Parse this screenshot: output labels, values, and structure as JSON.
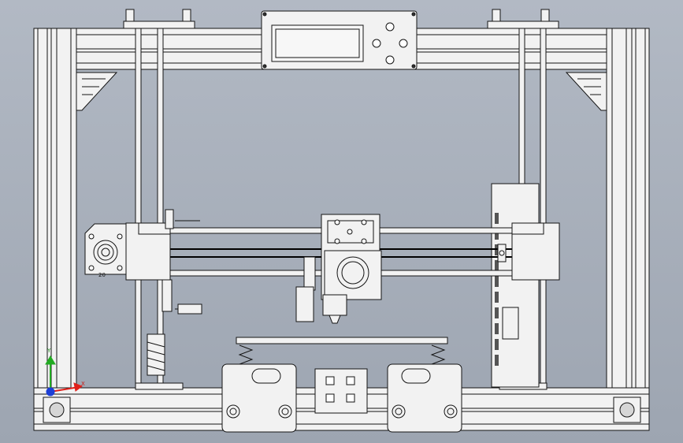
{
  "colors": {
    "background_top": "#aeb5c0",
    "background_bottom": "#9ea6b2",
    "metal_face": "#f2f2f2",
    "metal_shade": "#d6d6d6",
    "outline": "#141414",
    "axis_x": "#e0201a",
    "axis_y": "#22aa22",
    "axis_z": "#1d3fd6"
  },
  "parts": {
    "frame": "aluminium-extrusion-frame",
    "lcd_panel": "lcd-controller-panel",
    "x_carriage": "x-carriage-extruder",
    "y_bed": "heated-bed-carriage",
    "power_supply": "power-supply-unit",
    "x_motor": "x-axis-stepper-motor",
    "z_couplers": "z-axis-shaft-couplers"
  },
  "labels": {
    "motor_tag": "20"
  },
  "triad": {
    "x": "X",
    "y": "Y"
  }
}
